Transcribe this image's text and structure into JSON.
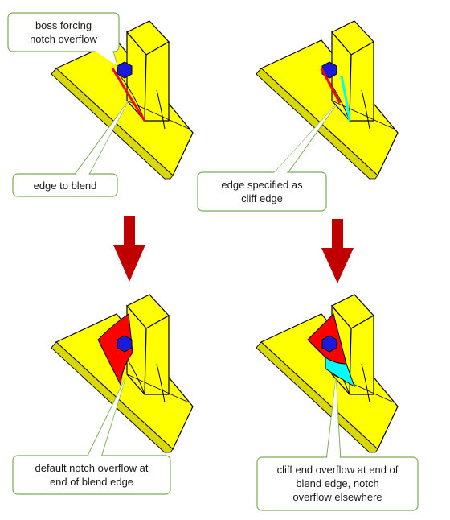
{
  "callouts": {
    "boss_line1": "boss forcing",
    "boss_line2": "notch overflow",
    "edge_to_blend": "edge to blend",
    "cliff_line1": "edge specified as",
    "cliff_line2": "cliff edge",
    "default_line1": "default notch overflow at",
    "default_line2": "end of blend edge",
    "cliffend_line1": "cliff end overflow at end of",
    "cliffend_line2": "blend edge, notch",
    "cliffend_line3": "overflow elsewhere"
  },
  "colors": {
    "body": "#ffff00",
    "outline": "#000000",
    "boss": "#1a1adc",
    "blend_edge": "#ff0000",
    "cliff_edge": "#00ffff",
    "arrow": "#c00000",
    "callout_border": "#7aab55"
  },
  "icons": [
    "down-arrow-icon",
    "hexagonal-boss-icon"
  ]
}
